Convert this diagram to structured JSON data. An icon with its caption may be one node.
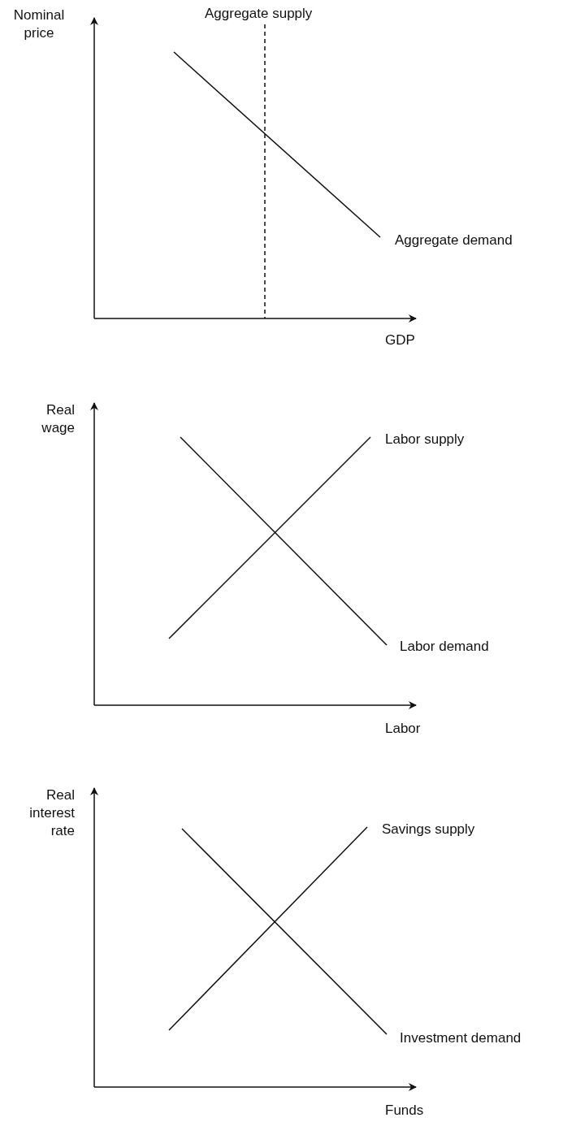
{
  "diagram": {
    "labels": [
      "Nominal price",
      "Aggregate supply",
      "Aggregate demand",
      "GDP",
      "Real wage",
      "Labor supply",
      "Labor demand",
      "Labor",
      "Real interest rate",
      "Savings supply",
      "Investment demand",
      "Funds"
    ]
  }
}
